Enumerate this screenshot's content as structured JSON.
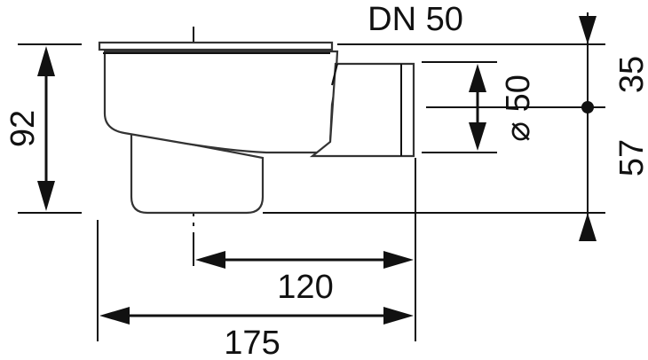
{
  "drawing": {
    "title": "DN 50",
    "dimensions": {
      "overall_height": "92",
      "upper_height": "35",
      "lower_height": "57",
      "outlet_diameter": "⌀ 50",
      "center_to_outlet": "120",
      "overall_length": "175"
    }
  }
}
